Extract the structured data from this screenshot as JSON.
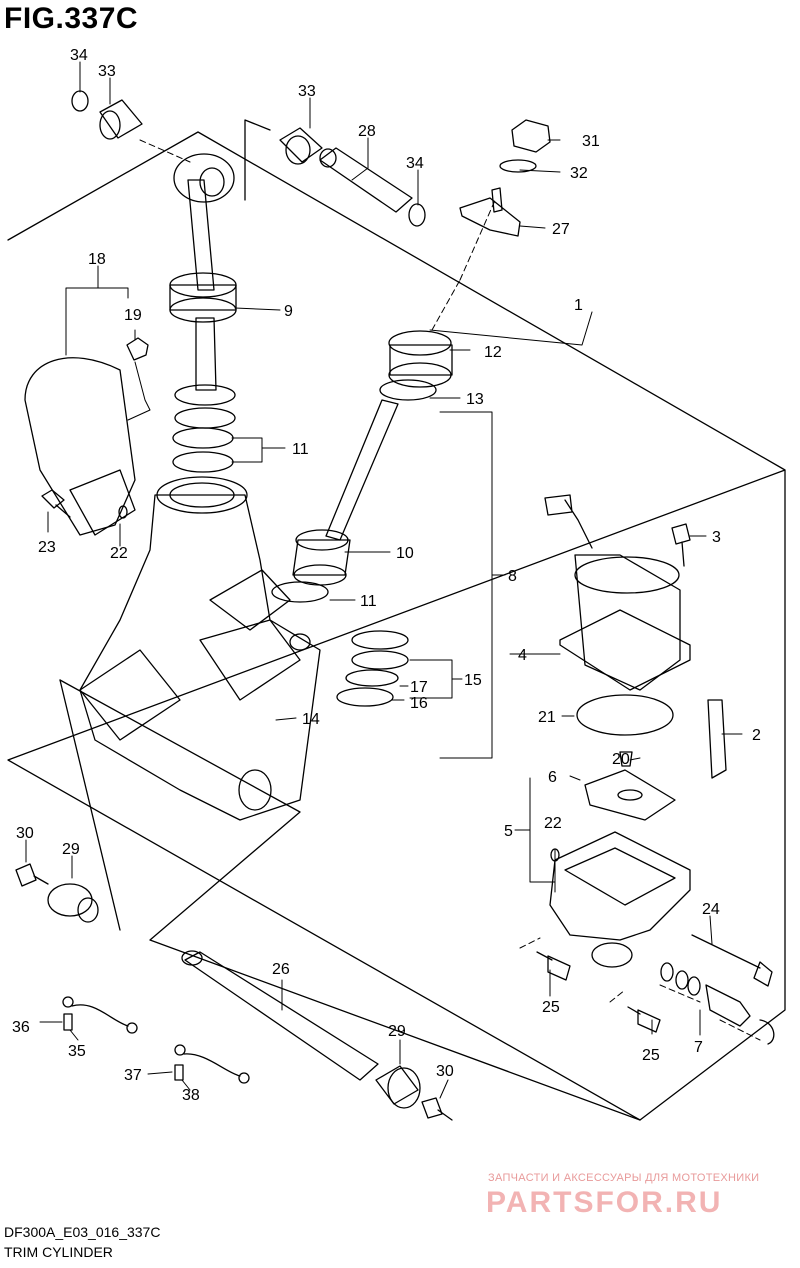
{
  "figure": {
    "title": "FIG.337C",
    "code": "DF300A_E03_016_337C",
    "caption": "TRIM CYLINDER"
  },
  "watermark": {
    "line1": "ЗАПЧАСТИ И АКСЕССУАРЫ ДЛЯ МОТОТЕХНИКИ",
    "line2": "PARTSFOR.RU"
  },
  "callouts": [
    {
      "id": "c-34a",
      "text": "34"
    },
    {
      "id": "c-33a",
      "text": "33"
    },
    {
      "id": "c-33b",
      "text": "33"
    },
    {
      "id": "c-28",
      "text": "28"
    },
    {
      "id": "c-34b",
      "text": "34"
    },
    {
      "id": "c-31",
      "text": "31"
    },
    {
      "id": "c-32",
      "text": "32"
    },
    {
      "id": "c-27",
      "text": "27"
    },
    {
      "id": "c-18",
      "text": "18"
    },
    {
      "id": "c-19",
      "text": "19"
    },
    {
      "id": "c-9",
      "text": "9"
    },
    {
      "id": "c-1",
      "text": "1"
    },
    {
      "id": "c-12",
      "text": "12"
    },
    {
      "id": "c-13",
      "text": "13"
    },
    {
      "id": "c-11a",
      "text": "11"
    },
    {
      "id": "c-3",
      "text": "3"
    },
    {
      "id": "c-23",
      "text": "23"
    },
    {
      "id": "c-22a",
      "text": "22"
    },
    {
      "id": "c-10",
      "text": "10"
    },
    {
      "id": "c-8",
      "text": "8"
    },
    {
      "id": "c-11b",
      "text": "11"
    },
    {
      "id": "c-4",
      "text": "4"
    },
    {
      "id": "c-15",
      "text": "15"
    },
    {
      "id": "c-17",
      "text": "17"
    },
    {
      "id": "c-16",
      "text": "16"
    },
    {
      "id": "c-21",
      "text": "21"
    },
    {
      "id": "c-2",
      "text": "2"
    },
    {
      "id": "c-14",
      "text": "14"
    },
    {
      "id": "c-20",
      "text": "20"
    },
    {
      "id": "c-6",
      "text": "6"
    },
    {
      "id": "c-30a",
      "text": "30"
    },
    {
      "id": "c-29a",
      "text": "29"
    },
    {
      "id": "c-5",
      "text": "5"
    },
    {
      "id": "c-22b",
      "text": "22"
    },
    {
      "id": "c-24",
      "text": "24"
    },
    {
      "id": "c-26",
      "text": "26"
    },
    {
      "id": "c-25a",
      "text": "25"
    },
    {
      "id": "c-7",
      "text": "7"
    },
    {
      "id": "c-25b",
      "text": "25"
    },
    {
      "id": "c-36",
      "text": "36"
    },
    {
      "id": "c-35",
      "text": "35"
    },
    {
      "id": "c-29b",
      "text": "29"
    },
    {
      "id": "c-37",
      "text": "37"
    },
    {
      "id": "c-30b",
      "text": "30"
    },
    {
      "id": "c-38",
      "text": "38"
    }
  ]
}
